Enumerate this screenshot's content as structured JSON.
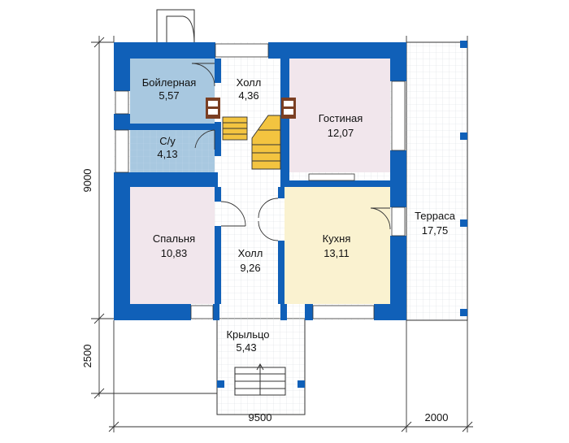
{
  "rooms": {
    "boiler": {
      "name": "Бойлерная",
      "area": "5,57"
    },
    "hall_top": {
      "name": "Холл",
      "area": "4,36"
    },
    "living": {
      "name": "Гостиная",
      "area": "12,07"
    },
    "bath": {
      "name": "С/у",
      "area": "4,13"
    },
    "bedroom": {
      "name": "Спальня",
      "area": "10,83"
    },
    "hall_mid": {
      "name": "Холл",
      "area": "9,26"
    },
    "kitchen": {
      "name": "Кухня",
      "area": "13,11"
    },
    "terrace": {
      "name": "Терраса",
      "area": "17,75"
    },
    "porch": {
      "name": "Крыльцо",
      "area": "5,43"
    }
  },
  "dimensions": {
    "height_main": "9000",
    "height_porch": "2500",
    "width_main": "9500",
    "width_terrace": "2000"
  },
  "colors": {
    "wall": "#1060b8",
    "boiler_fill": "#a8c8e0",
    "bath_fill": "#a8c8e0",
    "living_fill": "#f1e6ec",
    "bedroom_fill": "#f1e6ec",
    "kitchen_fill": "#faf2d0",
    "stair_fill": "#f3c440",
    "stove_fill": "#7b3f23"
  }
}
